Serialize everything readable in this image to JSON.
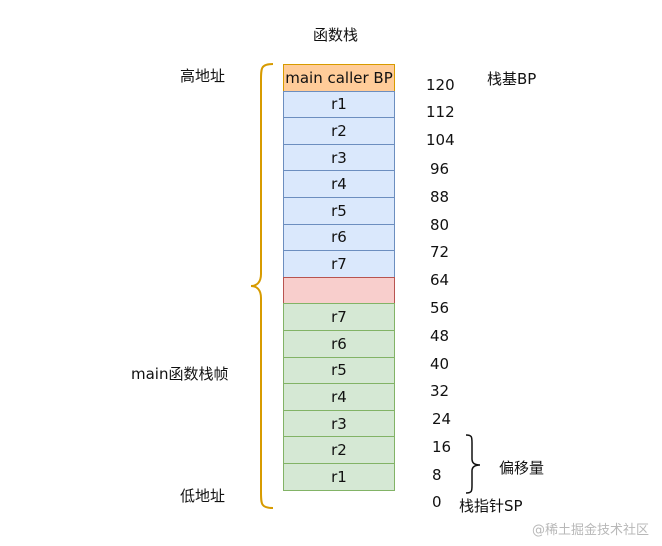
{
  "title": "函数栈",
  "labels": {
    "high_address": "高地址",
    "low_address": "低地址",
    "main_frame": "main函数栈帧",
    "base_pointer": "栈基BP",
    "stack_pointer": "栈指针SP",
    "offset": "偏移量"
  },
  "stack": [
    {
      "label": "main caller BP",
      "offset": "120",
      "color": "#ffcc99"
    },
    {
      "label": "r1",
      "offset": "112",
      "color": "#dae8fc"
    },
    {
      "label": "r2",
      "offset": "104",
      "color": "#dae8fc"
    },
    {
      "label": "r3",
      "offset": "96",
      "color": "#dae8fc"
    },
    {
      "label": "r4",
      "offset": "88",
      "color": "#dae8fc"
    },
    {
      "label": "r5",
      "offset": "80",
      "color": "#dae8fc"
    },
    {
      "label": "r6",
      "offset": "72",
      "color": "#dae8fc"
    },
    {
      "label": "r7",
      "offset": "64",
      "color": "#dae8fc"
    },
    {
      "label": "",
      "offset": "56",
      "color": "#f8cecc"
    },
    {
      "label": "r7",
      "offset": "48",
      "color": "#d5e8d4"
    },
    {
      "label": "r6",
      "offset": "40",
      "color": "#d5e8d4"
    },
    {
      "label": "r5",
      "offset": "32",
      "color": "#d5e8d4"
    },
    {
      "label": "r4",
      "offset": "24",
      "color": "#d5e8d4"
    },
    {
      "label": "r3",
      "offset": "16",
      "color": "#d5e8d4"
    },
    {
      "label": "r2",
      "offset": "8",
      "color": "#d5e8d4"
    },
    {
      "label": "r1",
      "offset": "0",
      "color": "#d5e8d4"
    }
  ],
  "watermark": "@稀土掘金技术社区",
  "colors": {
    "brace": "#d79b00",
    "text": "#111111"
  }
}
